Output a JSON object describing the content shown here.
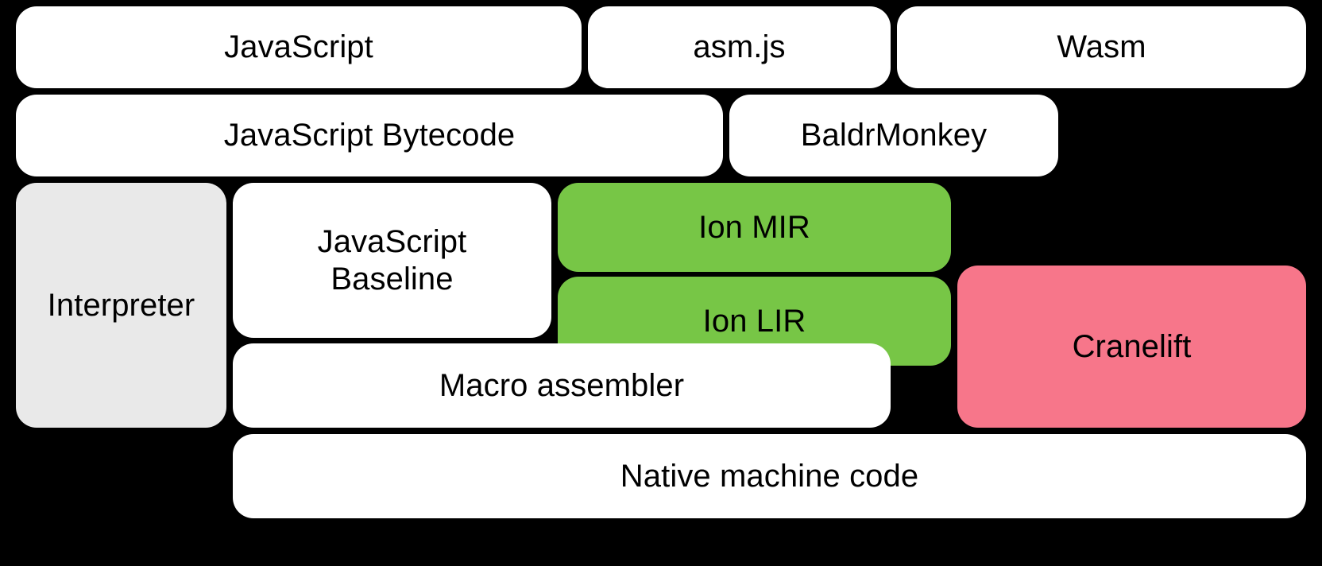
{
  "diagram": {
    "title": "SpiderMonkey compiler pipeline",
    "background_color": "#000000",
    "colors": {
      "white": "#ffffff",
      "grey": "#e9e9e9",
      "green": "#77c646",
      "pink": "#f7768a",
      "text": "#000000"
    },
    "rows": [
      {
        "name": "source-languages",
        "nodes": [
          {
            "id": "javascript",
            "label": "JavaScript",
            "color": "white"
          },
          {
            "id": "asmjs",
            "label": "asm.js",
            "color": "white"
          },
          {
            "id": "wasm",
            "label": "Wasm",
            "color": "white"
          }
        ]
      },
      {
        "name": "front-end-ir",
        "nodes": [
          {
            "id": "js-bytecode",
            "label": "JavaScript Bytecode",
            "color": "white"
          },
          {
            "id": "baldrmonkey",
            "label": "BaldrMonkey",
            "color": "white"
          }
        ]
      },
      {
        "name": "execution-tiers",
        "nodes": [
          {
            "id": "interpreter",
            "label": "Interpreter",
            "color": "grey"
          },
          {
            "id": "js-baseline",
            "label": "JavaScript\nBaseline",
            "color": "white"
          },
          {
            "id": "ion-mir",
            "label": "Ion MIR",
            "color": "green"
          },
          {
            "id": "ion-lir",
            "label": "Ion LIR",
            "color": "green"
          },
          {
            "id": "cranelift",
            "label": "Cranelift",
            "color": "pink"
          }
        ]
      },
      {
        "name": "backend",
        "nodes": [
          {
            "id": "macro-assembler",
            "label": "Macro assembler",
            "color": "white"
          },
          {
            "id": "native-code",
            "label": "Native machine code",
            "color": "white"
          }
        ]
      }
    ]
  },
  "labels": {
    "javascript": "JavaScript",
    "asmjs": "asm.js",
    "wasm": "Wasm",
    "js_bytecode": "JavaScript Bytecode",
    "baldrmonkey": "BaldrMonkey",
    "interpreter": "Interpreter",
    "js_baseline": "JavaScript\nBaseline",
    "ion_mir": "Ion MIR",
    "ion_lir": "Ion LIR",
    "cranelift": "Cranelift",
    "macro_assembler": "Macro assembler",
    "native_code": "Native machine code"
  }
}
